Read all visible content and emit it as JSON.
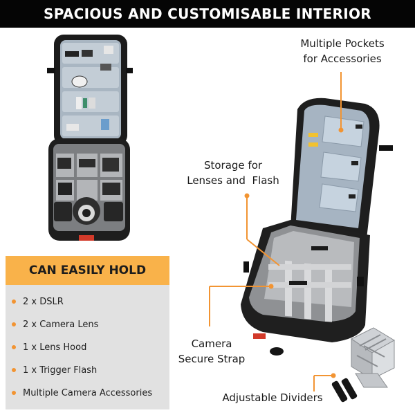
{
  "banner": {
    "title": "SPACIOUS AND CUSTOMISABLE INTERIOR"
  },
  "callouts": {
    "pockets": [
      "Multiple Pockets",
      "for Accessories"
    ],
    "storage": [
      "Storage for",
      "Lenses and  Flash"
    ],
    "strap": [
      "Camera",
      "Secure Strap"
    ],
    "dividers": [
      "Adjustable Dividers"
    ]
  },
  "hold": {
    "title": "CAN EASILY HOLD",
    "items": [
      "2 x DSLR",
      "2 x Camera Lens",
      "1 x Lens Hood",
      "1 x Trigger Flash",
      "Multiple Camera Accessories"
    ]
  },
  "colors": {
    "accent": "#f9b24a",
    "bullet": "#f29432",
    "callout_line": "#f29432",
    "banner": "#050505",
    "panel": "#e1e1e1"
  }
}
